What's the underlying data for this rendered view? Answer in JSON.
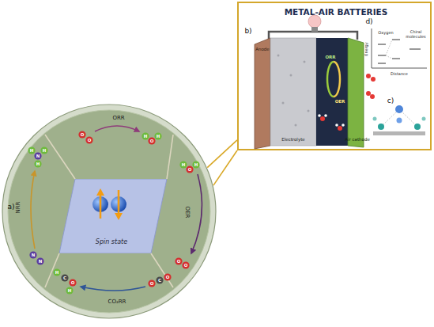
{
  "diagram": {
    "nodes": [
      {
        "text": [
          "a)"
        ]
      },
      {
        "text": [
          "Spin state"
        ],
        "in": 0
      },
      {
        "text": [
          "METAL-AIR BATTERIES"
        ]
      }
    ],
    "edges": [
      {
        "from": 0,
        "to": 2,
        "arrow": "none"
      },
      {
        "from": 0,
        "to": 2,
        "arrow": "none"
      }
    ],
    "labels": [
      "ORR",
      "OER",
      "CO₂RR",
      "NRR",
      "O",
      "O",
      "H",
      "O",
      "H",
      "H",
      "O",
      "H",
      "O",
      "O",
      "O",
      "C",
      "O",
      "H",
      "C",
      "O",
      "H",
      "N",
      "N",
      "H",
      "N",
      "H",
      "H",
      "b)",
      "c)",
      "d)",
      "Anode",
      "Electrolyte",
      "Air cathode",
      "ORR",
      "OER",
      "Oxygen",
      "Chiral molecules",
      "Energy",
      "Distance"
    ]
  }
}
